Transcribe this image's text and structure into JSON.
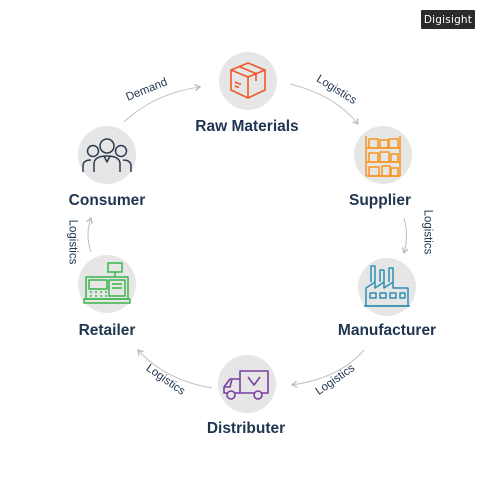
{
  "logo": {
    "text": "Digisight"
  },
  "nodes": {
    "raw_materials": {
      "label": "Raw Materials",
      "icon": "box-icon",
      "color": "#f05a28"
    },
    "supplier": {
      "label": "Supplier",
      "icon": "warehouse-shelves-icon",
      "color": "#f7941d"
    },
    "manufacturer": {
      "label": "Manufacturer",
      "icon": "factory-icon",
      "color": "#2f8fb0"
    },
    "distributer": {
      "label": "Distributer",
      "icon": "delivery-truck-icon",
      "color": "#7a3fa0"
    },
    "retailer": {
      "label": "Retailer",
      "icon": "cash-register-icon",
      "color": "#3cb44b"
    },
    "consumer": {
      "label": "Consumer",
      "icon": "people-group-icon",
      "color": "#2e3b4e"
    }
  },
  "edges": {
    "consumer_to_raw": "Demand",
    "raw_to_supplier": "Logistics",
    "supplier_to_manufacturer": "Logistics",
    "manufacturer_to_distributer": "Logistics",
    "distributer_to_retailer": "Logistics",
    "retailer_to_consumer": "Logistics"
  }
}
